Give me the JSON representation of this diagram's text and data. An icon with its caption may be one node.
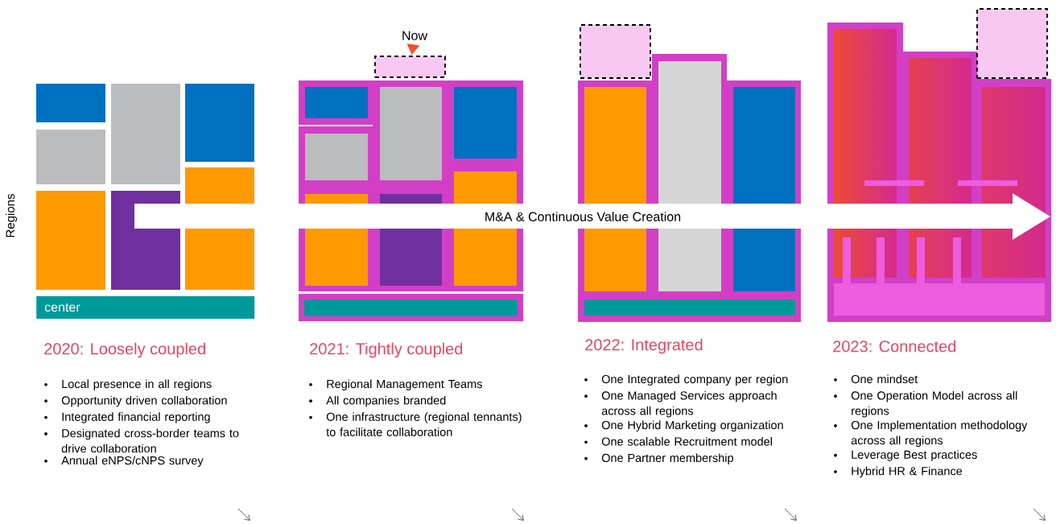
{
  "diagram": {
    "nodes": [
      {
        "text": [
          "center"
        ]
      },
      {
        "text": [
          "Now"
        ]
      },
      {
        "text": [],
        "shape": "box"
      },
      {
        "text": [
          "M&A & Continuous Value Creation"
        ]
      },
      {
        "text": [],
        "shape": "box"
      },
      {
        "text": [],
        "shape": "box"
      }
    ],
    "edges": [
      {
        "from": 1,
        "to": 2,
        "arrow": "to",
        "color": "#f05030"
      }
    ],
    "labels": [
      "Regions",
      "2020: Loosely coupled",
      "Local presence in all regions",
      "Opportunity driven collaboration",
      "Integrated financial reporting",
      "Designated cross-border teams to drive collaboration",
      "Annual eNPS/cNPS survey",
      "2021: Tightly coupled",
      "Regional Management Teams",
      "All companies branded",
      "One infrastructure (regional tennants) to facilitate collaboration",
      "2022: Integrated",
      "One Integrated company per region",
      "One Managed Services approach across all regions",
      "One Hybrid Marketing organization",
      "One scalable Recruitment model",
      "One Partner membership",
      "2023: Connected",
      "One mindset",
      "One Operation Model across all regions",
      "One Implementation methodology across all regions",
      "Leverage Best practices",
      "Hybrid HR & Finance"
    ]
  }
}
